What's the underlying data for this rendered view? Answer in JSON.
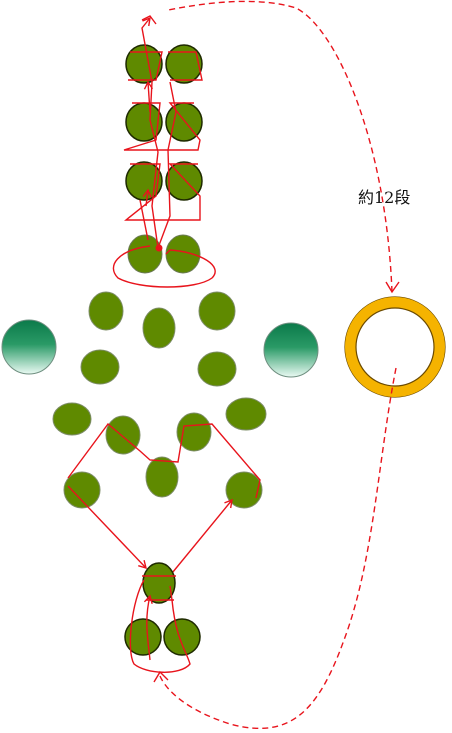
{
  "annotation": {
    "text": "約12段"
  },
  "colors": {
    "bead_fill": "#5f8a00",
    "bead_stroke_light": "#4f6b2a",
    "bead_stroke_dark": "#1e2a00",
    "thread": "#e8141c",
    "ring_gold": "#f5b300",
    "ring_stroke": "#6b4a00",
    "sphere_top": "#0b7a4a",
    "sphere_bottom": "#eafaf3"
  },
  "icons": [
    "green-bead",
    "green-sphere",
    "gold-ring",
    "thread-arrow"
  ]
}
